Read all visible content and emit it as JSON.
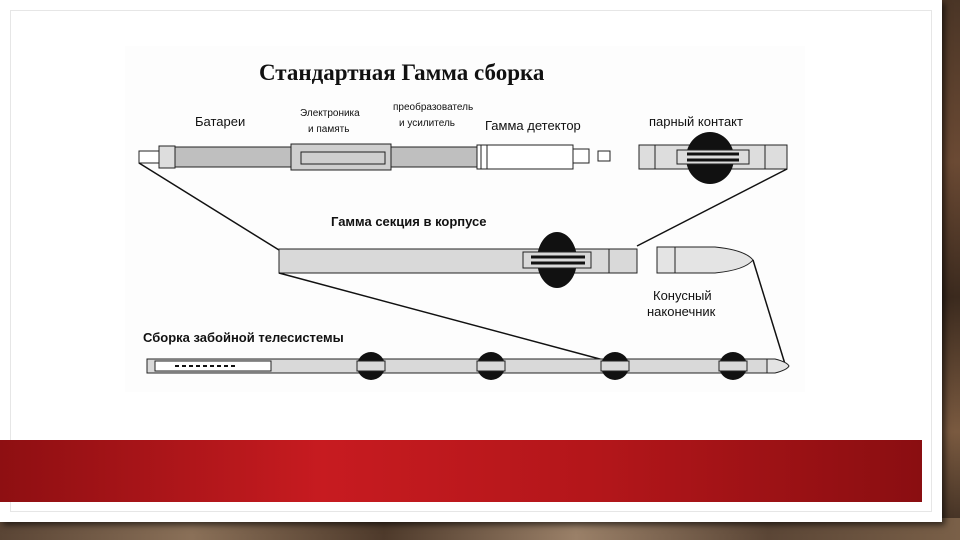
{
  "diagram": {
    "title": "Стандартная Гамма сборка",
    "labels": {
      "batteries": "Батареи",
      "electronics_1": "Электроника",
      "electronics_2": "и память",
      "converter_1": "преобразователь",
      "converter_2": "и усилитель",
      "gamma_detector": "Гамма детектор",
      "paired_contact": "парный контакт",
      "gamma_section": "Гамма секция в корпусе",
      "cone_tip_1": "Конусный",
      "cone_tip_2": "наконечник",
      "assembly": "Сборка забойной телесистемы"
    }
  },
  "colors": {
    "accent_band": "#b3161a",
    "tool_body": "#c8c8c8",
    "connector": "#111111"
  }
}
